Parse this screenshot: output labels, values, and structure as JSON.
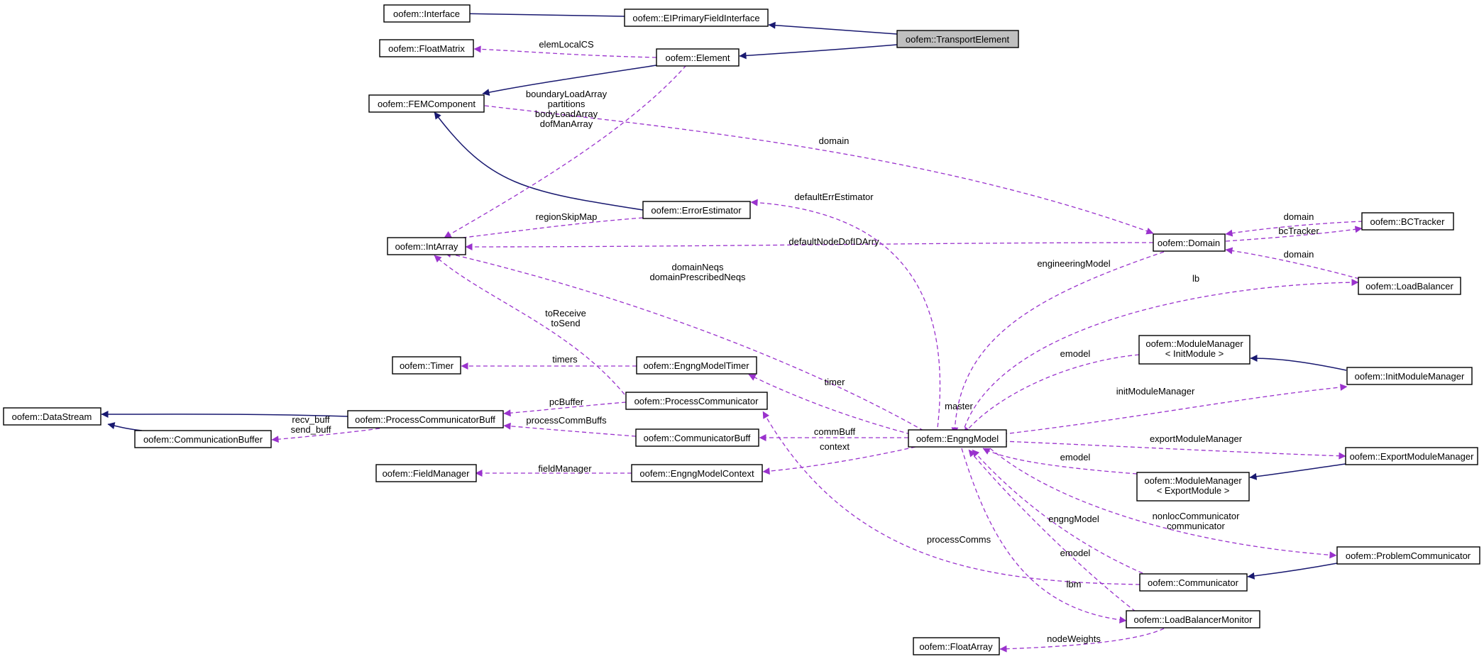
{
  "diagram": {
    "nodes": {
      "interface": "oofem::Interface",
      "eiprimary": "oofem::EIPrimaryFieldInterface",
      "transport": "oofem::TransportElement",
      "floatmatrix": "oofem::FloatMatrix",
      "element": "oofem::Element",
      "femcomponent": "oofem::FEMComponent",
      "intarray": "oofem::IntArray",
      "errorestimator": "oofem::ErrorEstimator",
      "domain": "oofem::Domain",
      "bctracker": "oofem::BCTracker",
      "loadbalancer": "oofem::LoadBalancer",
      "timer": "oofem::Timer",
      "engngmodeltimer": "oofem::EngngModelTimer",
      "datastream": "oofem::DataStream",
      "processcommbuff": "oofem::ProcessCommunicatorBuff",
      "processcomm": "oofem::ProcessCommunicator",
      "communicationbuffer": "oofem::CommunicationBuffer",
      "communicatorbuff": "oofem::CommunicatorBuff",
      "engngmodel": "oofem::EngngModel",
      "fieldmanager": "oofem::FieldManager",
      "engngmodelcontext": "oofem::EngngModelContext",
      "mm_init": "oofem::ModuleManager\n< InitModule >",
      "initmodulemanager": "oofem::InitModuleManager",
      "exportmodulemanager": "oofem::ExportModuleManager",
      "mm_export": "oofem::ModuleManager\n< ExportModule >",
      "problemcomm": "oofem::ProblemCommunicator",
      "communicator": "oofem::Communicator",
      "lbmonitor": "oofem::LoadBalancerMonitor",
      "floatarray": "oofem::FloatArray"
    },
    "labels": {
      "elemLocalCS": "elemLocalCS",
      "boundaryLoadArray": "boundaryLoadArray\npartitions\nbodyLoadArray\ndofManArray",
      "domain1": "domain",
      "defaultErrEstimator": "defaultErrEstimator",
      "regionSkipMap": "regionSkipMap",
      "defaultNodeDofIDArry": "defaultNodeDofIDArry",
      "domainNeqs": "domainNeqs\ndomainPrescribedNeqs",
      "toReceive": "toReceive\ntoSend",
      "domain2": "domain",
      "bcTracker": "bcTracker",
      "domain3": "domain",
      "engineeringModel": "engineeringModel",
      "lb": "lb",
      "timers": "timers",
      "timer": "timer",
      "emodel1": "emodel",
      "master": "master",
      "initModuleManager": "initModuleManager",
      "recv_buff": "recv_buff\nsend_buff",
      "pcBuffer": "pcBuffer",
      "processCommBuffs": "processCommBuffs",
      "commBuff": "commBuff",
      "context": "context",
      "exportModuleManager": "exportModuleManager",
      "emodel2": "emodel",
      "fieldManager": "fieldManager",
      "nonlocCommunicator": "nonlocCommunicator\ncommunicator",
      "engngModel": "engngModel",
      "processComms": "processComms",
      "emodel3": "emodel",
      "lbm": "lbm",
      "nodeWeights": "nodeWeights"
    }
  }
}
